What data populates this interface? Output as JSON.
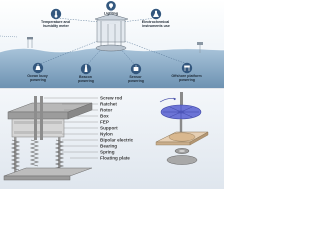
{
  "top_panel": {
    "applications": [
      {
        "label_lines": [
          "Temperature and",
          "humidity meter"
        ],
        "icon": "thermometer-icon"
      },
      {
        "label_lines": [
          "Lighting"
        ],
        "icon": "lightbulb-icon"
      },
      {
        "label_lines": [
          "Electrochemical",
          "instruments use"
        ],
        "icon": "flask-icon"
      },
      {
        "label_lines": [
          "Ocean buoy",
          "powering"
        ],
        "icon": "buoy-icon"
      },
      {
        "label_lines": [
          "Beacon",
          "powering"
        ],
        "icon": "beacon-icon"
      },
      {
        "label_lines": [
          "Sensor",
          "powering"
        ],
        "icon": "sensor-icon"
      },
      {
        "label_lines": [
          "Offshore platform",
          "powering"
        ],
        "icon": "platform-icon"
      }
    ]
  },
  "bottom_panel": {
    "parts": [
      "Screw rod",
      "Ratchet",
      "Rotor",
      "Box",
      "FEP",
      "Support",
      "Nylon",
      "Bipolar electric",
      "Bearing",
      "Spring",
      "Floating plate"
    ]
  },
  "colors": {
    "sky_top": "#eef3f8",
    "sea": "#8fb0cc",
    "sea_deep": "#6f94b4",
    "icon_bubble": "#33577e",
    "box_panel": "#eaf0f6",
    "rotor": "#6c74d6",
    "metal": "#a9a9a9"
  }
}
